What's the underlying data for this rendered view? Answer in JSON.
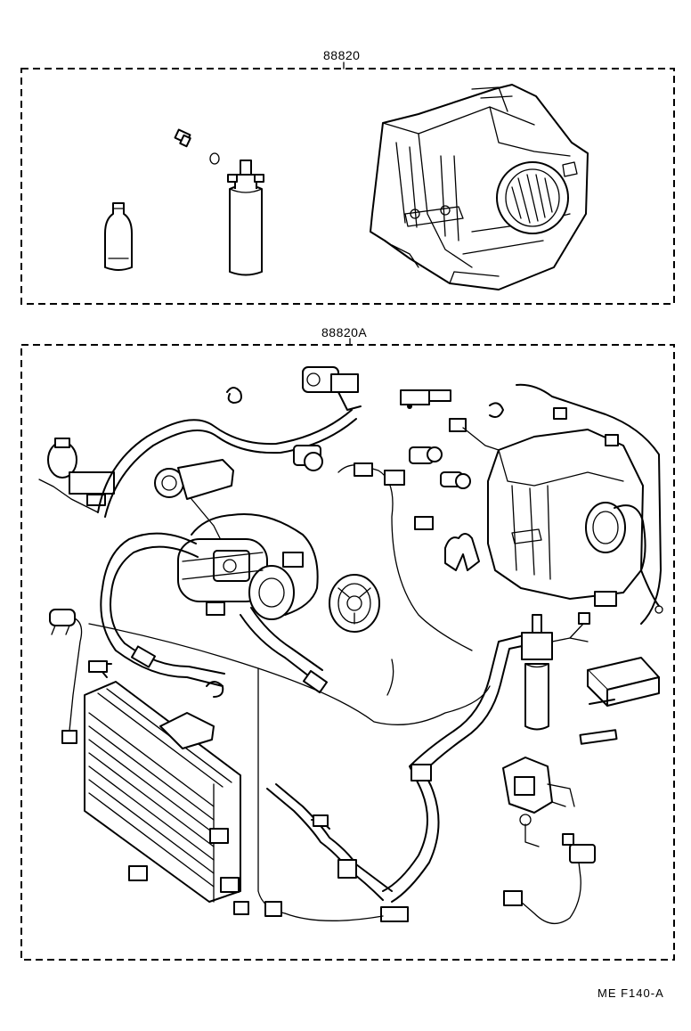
{
  "labels": {
    "kit_top": "88820",
    "kit_bottom": "88820A",
    "figure_code": "ME  F140-A"
  },
  "colors": {
    "line": "#000000",
    "background": "#ffffff"
  }
}
